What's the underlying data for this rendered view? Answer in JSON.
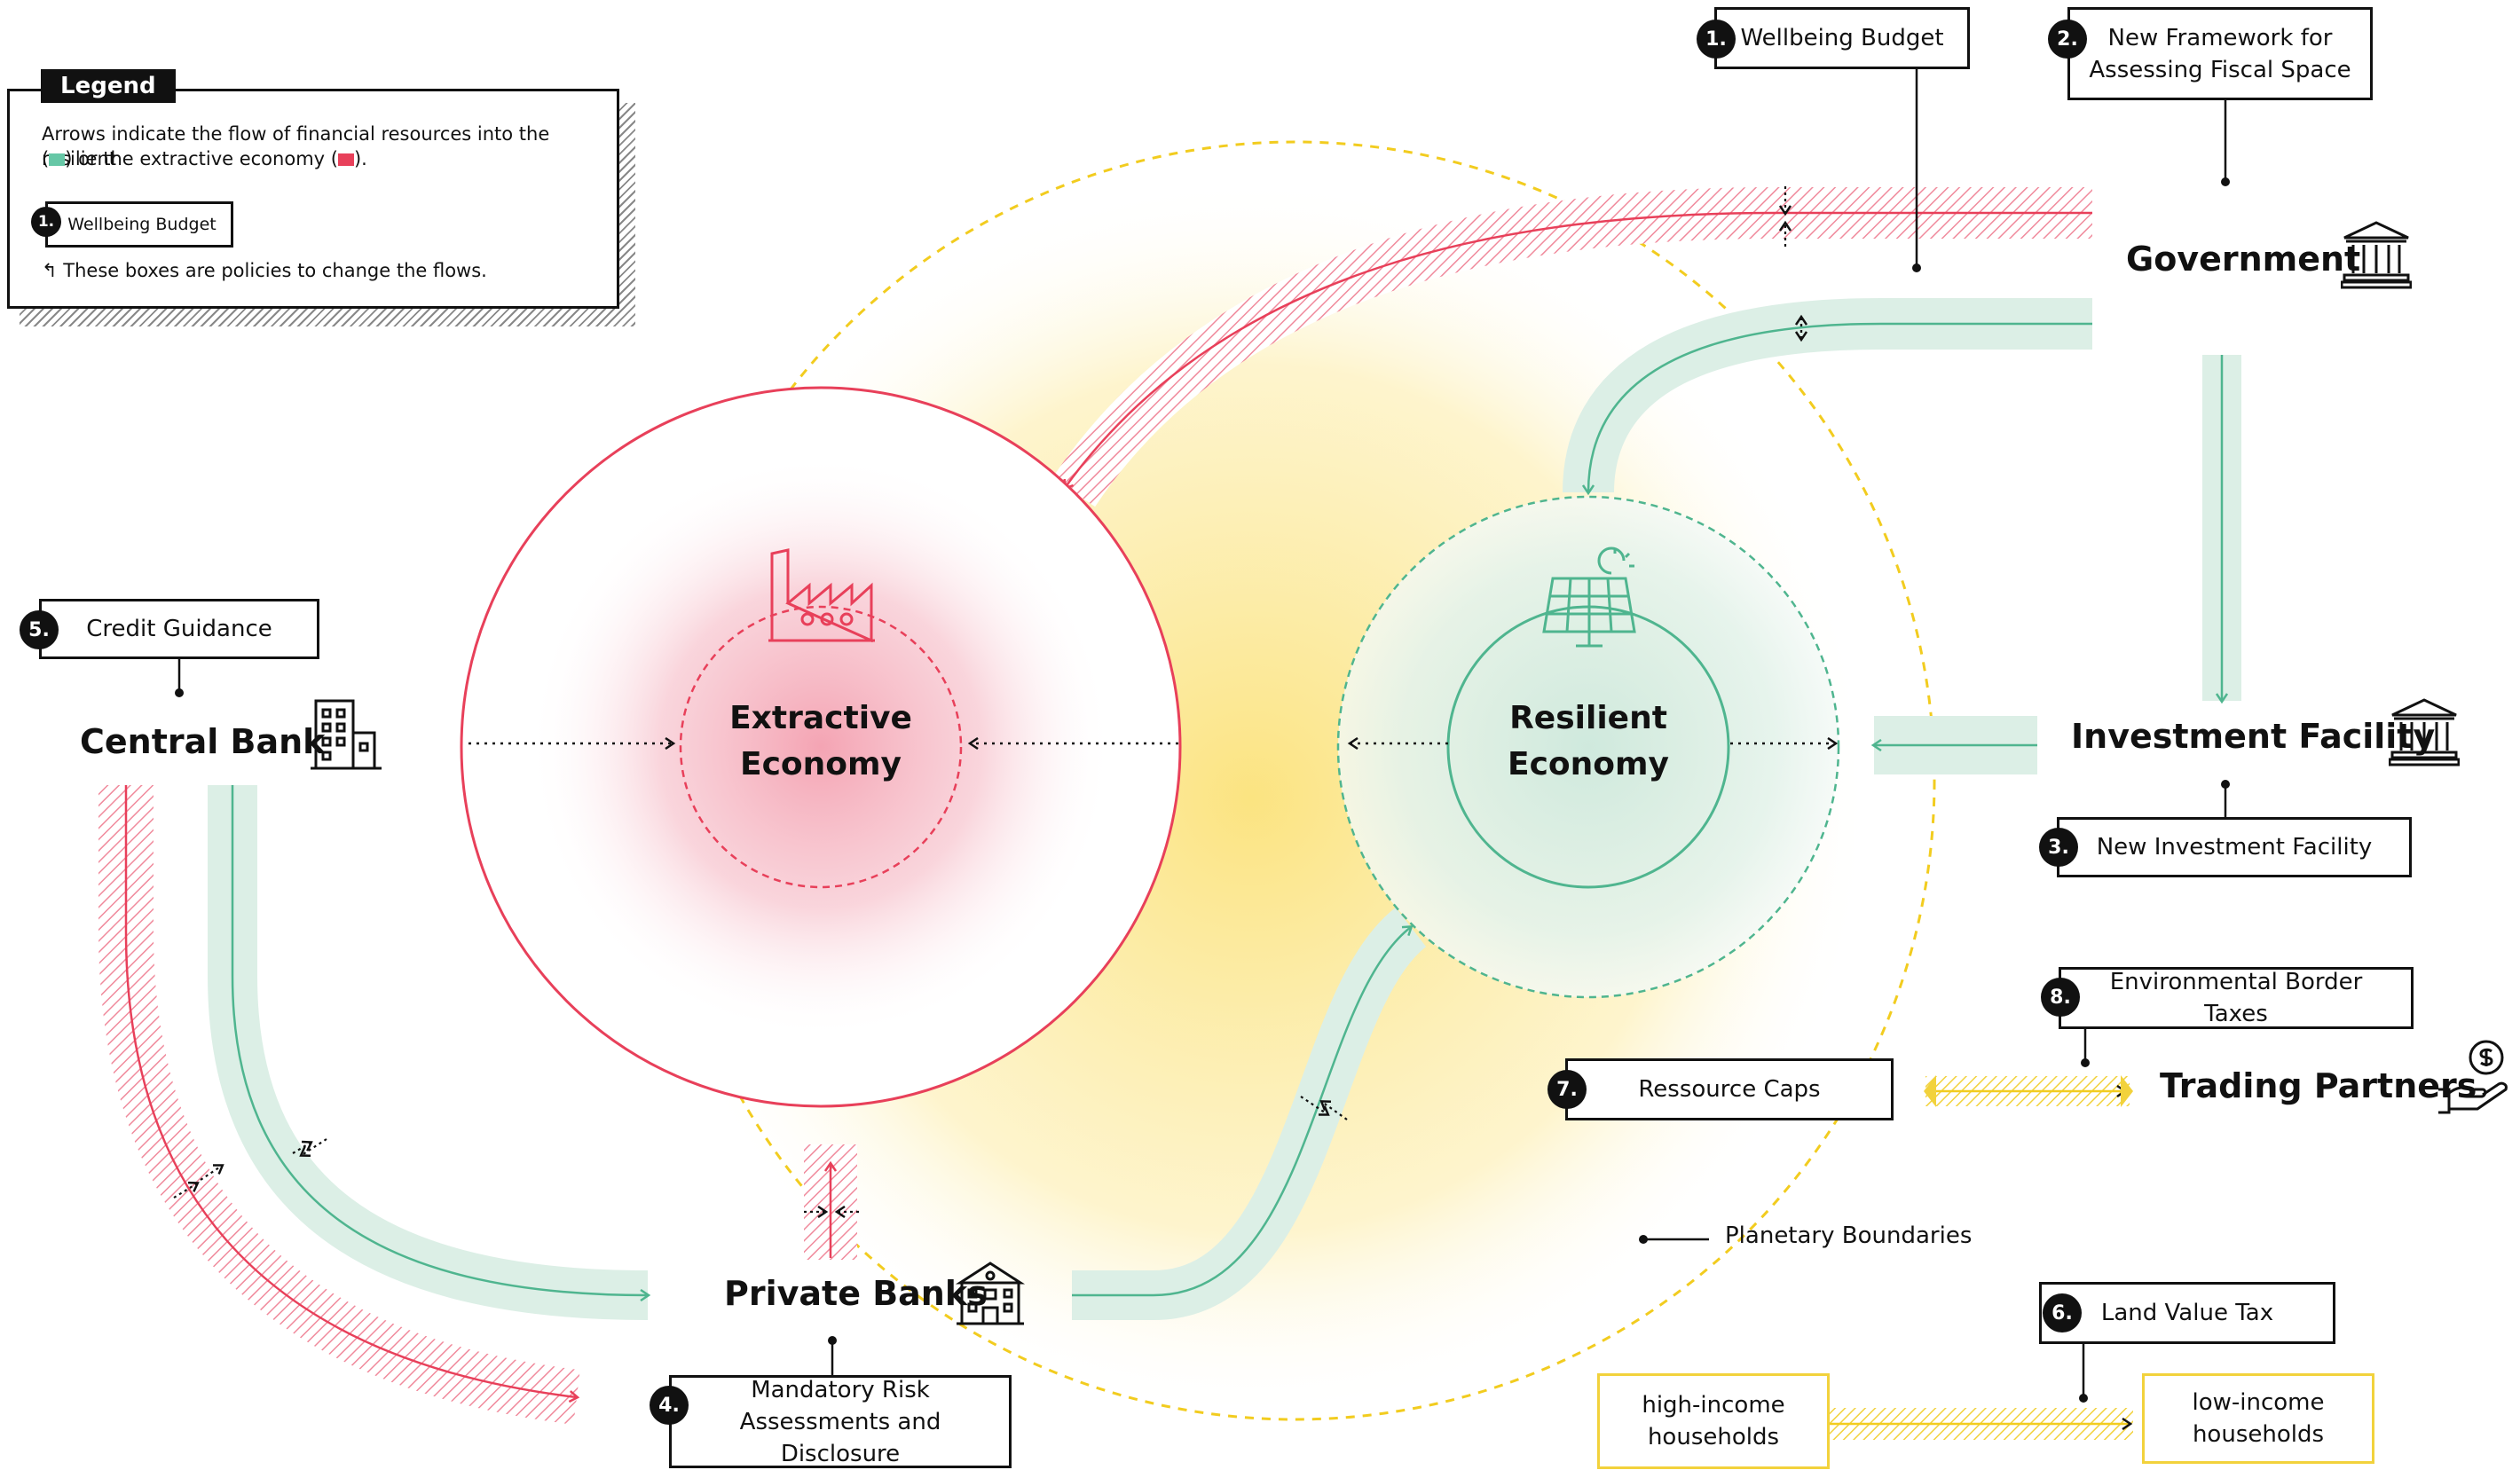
{
  "legend": {
    "title": "Legend",
    "description_line1": "Arrows indicate the flow of financial resources into the resilient",
    "description_line2_a": "(",
    "description_line2_b": ") or the extractive economy (",
    "description_line2_c": ").",
    "example_number": "1.",
    "example_label": "Wellbeing Budget",
    "note": "↰ These boxes are policies to change the flows."
  },
  "colors": {
    "resilient": "#66c7a6",
    "resilient_fill": "#dcefe6",
    "extractive": "#e8405a",
    "extractive_fill": "#f7b9c4",
    "planetary": "#f5d030",
    "glow": "#fbe48a"
  },
  "policies": [
    {
      "number": "1.",
      "label": "Wellbeing Budget"
    },
    {
      "number": "2.",
      "label_line1": "New Framework for",
      "label_line2": "Assessing Fiscal Space"
    },
    {
      "number": "3.",
      "label": "New Investment Facility"
    },
    {
      "number": "4.",
      "label_line1": "Mandatory Risk",
      "label_line2": "Assessments and Disclosure"
    },
    {
      "number": "5.",
      "label": "Credit Guidance"
    },
    {
      "number": "6.",
      "label": "Land Value Tax"
    },
    {
      "number": "7.",
      "label": "Ressource Caps"
    },
    {
      "number": "8.",
      "label": "Environmental Border Taxes"
    }
  ],
  "actors": {
    "government": "Government",
    "investment_facility": "Investment Facility",
    "central_bank": "Central Bank",
    "private_banks": "Private Banks",
    "trading_partners": "Trading Partners"
  },
  "economies": {
    "extractive_line1": "Extractive",
    "extractive_line2": "Economy",
    "resilient_line1": "Resilient",
    "resilient_line2": "Economy"
  },
  "planetary_boundaries": "Planetary Boundaries",
  "households": {
    "high_line1": "high-income",
    "high_line2": "households",
    "low_line1": "low-income",
    "low_line2": "households"
  },
  "icons": {
    "government": "government-building-icon",
    "investment_facility": "bank-building-icon",
    "central_bank": "office-building-icon",
    "private_banks": "bank-house-icon",
    "trading_partners": "hand-coin-icon",
    "extractive": "factory-icon",
    "resilient": "solar-panel-icon"
  }
}
